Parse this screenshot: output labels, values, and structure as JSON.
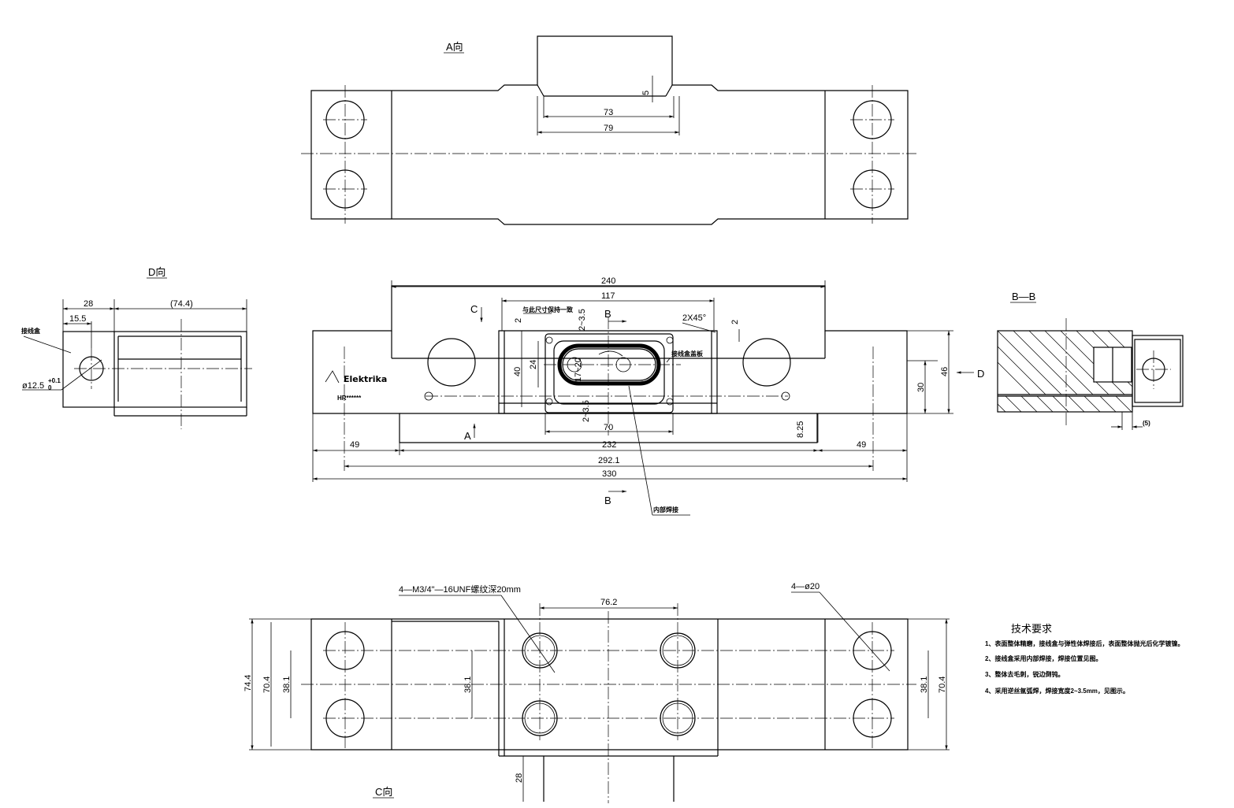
{
  "views": {
    "a": "A向",
    "d": "D向",
    "bb": "B—B",
    "c": "C向",
    "cut_b": "B",
    "arrow_c": "C",
    "arrow_a": "A",
    "arrow_d": "D"
  },
  "dims": {
    "a_73": "73",
    "a_79": "79",
    "a_5": "5",
    "d_28": "28",
    "d_744": "(74.4)",
    "d_155": "15.5",
    "d_phi": "ø12.5",
    "d_tol_up": "+0.1",
    "d_tol_lo": "0",
    "m_240": "240",
    "m_117": "117",
    "m_2a": "2",
    "m_2b": "2",
    "m_2x45": "2X45°",
    "m_2_35a": "2~3.5",
    "m_2_35b": "2~3.5",
    "m_40": "40",
    "m_24": "24",
    "m_17_20": "17~20",
    "m_70": "70",
    "m_49a": "49",
    "m_232": "232",
    "m_49b": "49",
    "m_2921": "292.1",
    "m_330": "330",
    "m_30": "30",
    "m_46": "46",
    "m_825": "8.25",
    "bb_5": "(5)",
    "c_762": "76.2",
    "c_744": "74.4",
    "c_704a": "70.4",
    "c_381a": "38.1",
    "c_381b": "38.1",
    "c_381c": "38.1",
    "c_704b": "70.4",
    "c_28": "28",
    "c_thread": "4—M3/4\"—16UNF螺纹深20mm",
    "c_holes": "4—ø20"
  },
  "notes": {
    "brand": "Elektrika",
    "serial": "HR******",
    "leader_junction": "接线盒",
    "leader_same": "与此尺寸保持一致",
    "leader_cover": "接线盒盖板",
    "leader_weld": "内部焊接"
  },
  "requirements": {
    "title": "技术要求",
    "items": [
      "1、表面整体精磨，接线盒与弹性体焊接后，表面整体抛光后化学镀镍。",
      "2、接线盒采用内部焊接，焊接位置见图。",
      "3、整体去毛刺，锐边倒钝。",
      "4、采用逆丝氩弧焊，焊接宽度2~3.5mm，见图示。"
    ]
  }
}
